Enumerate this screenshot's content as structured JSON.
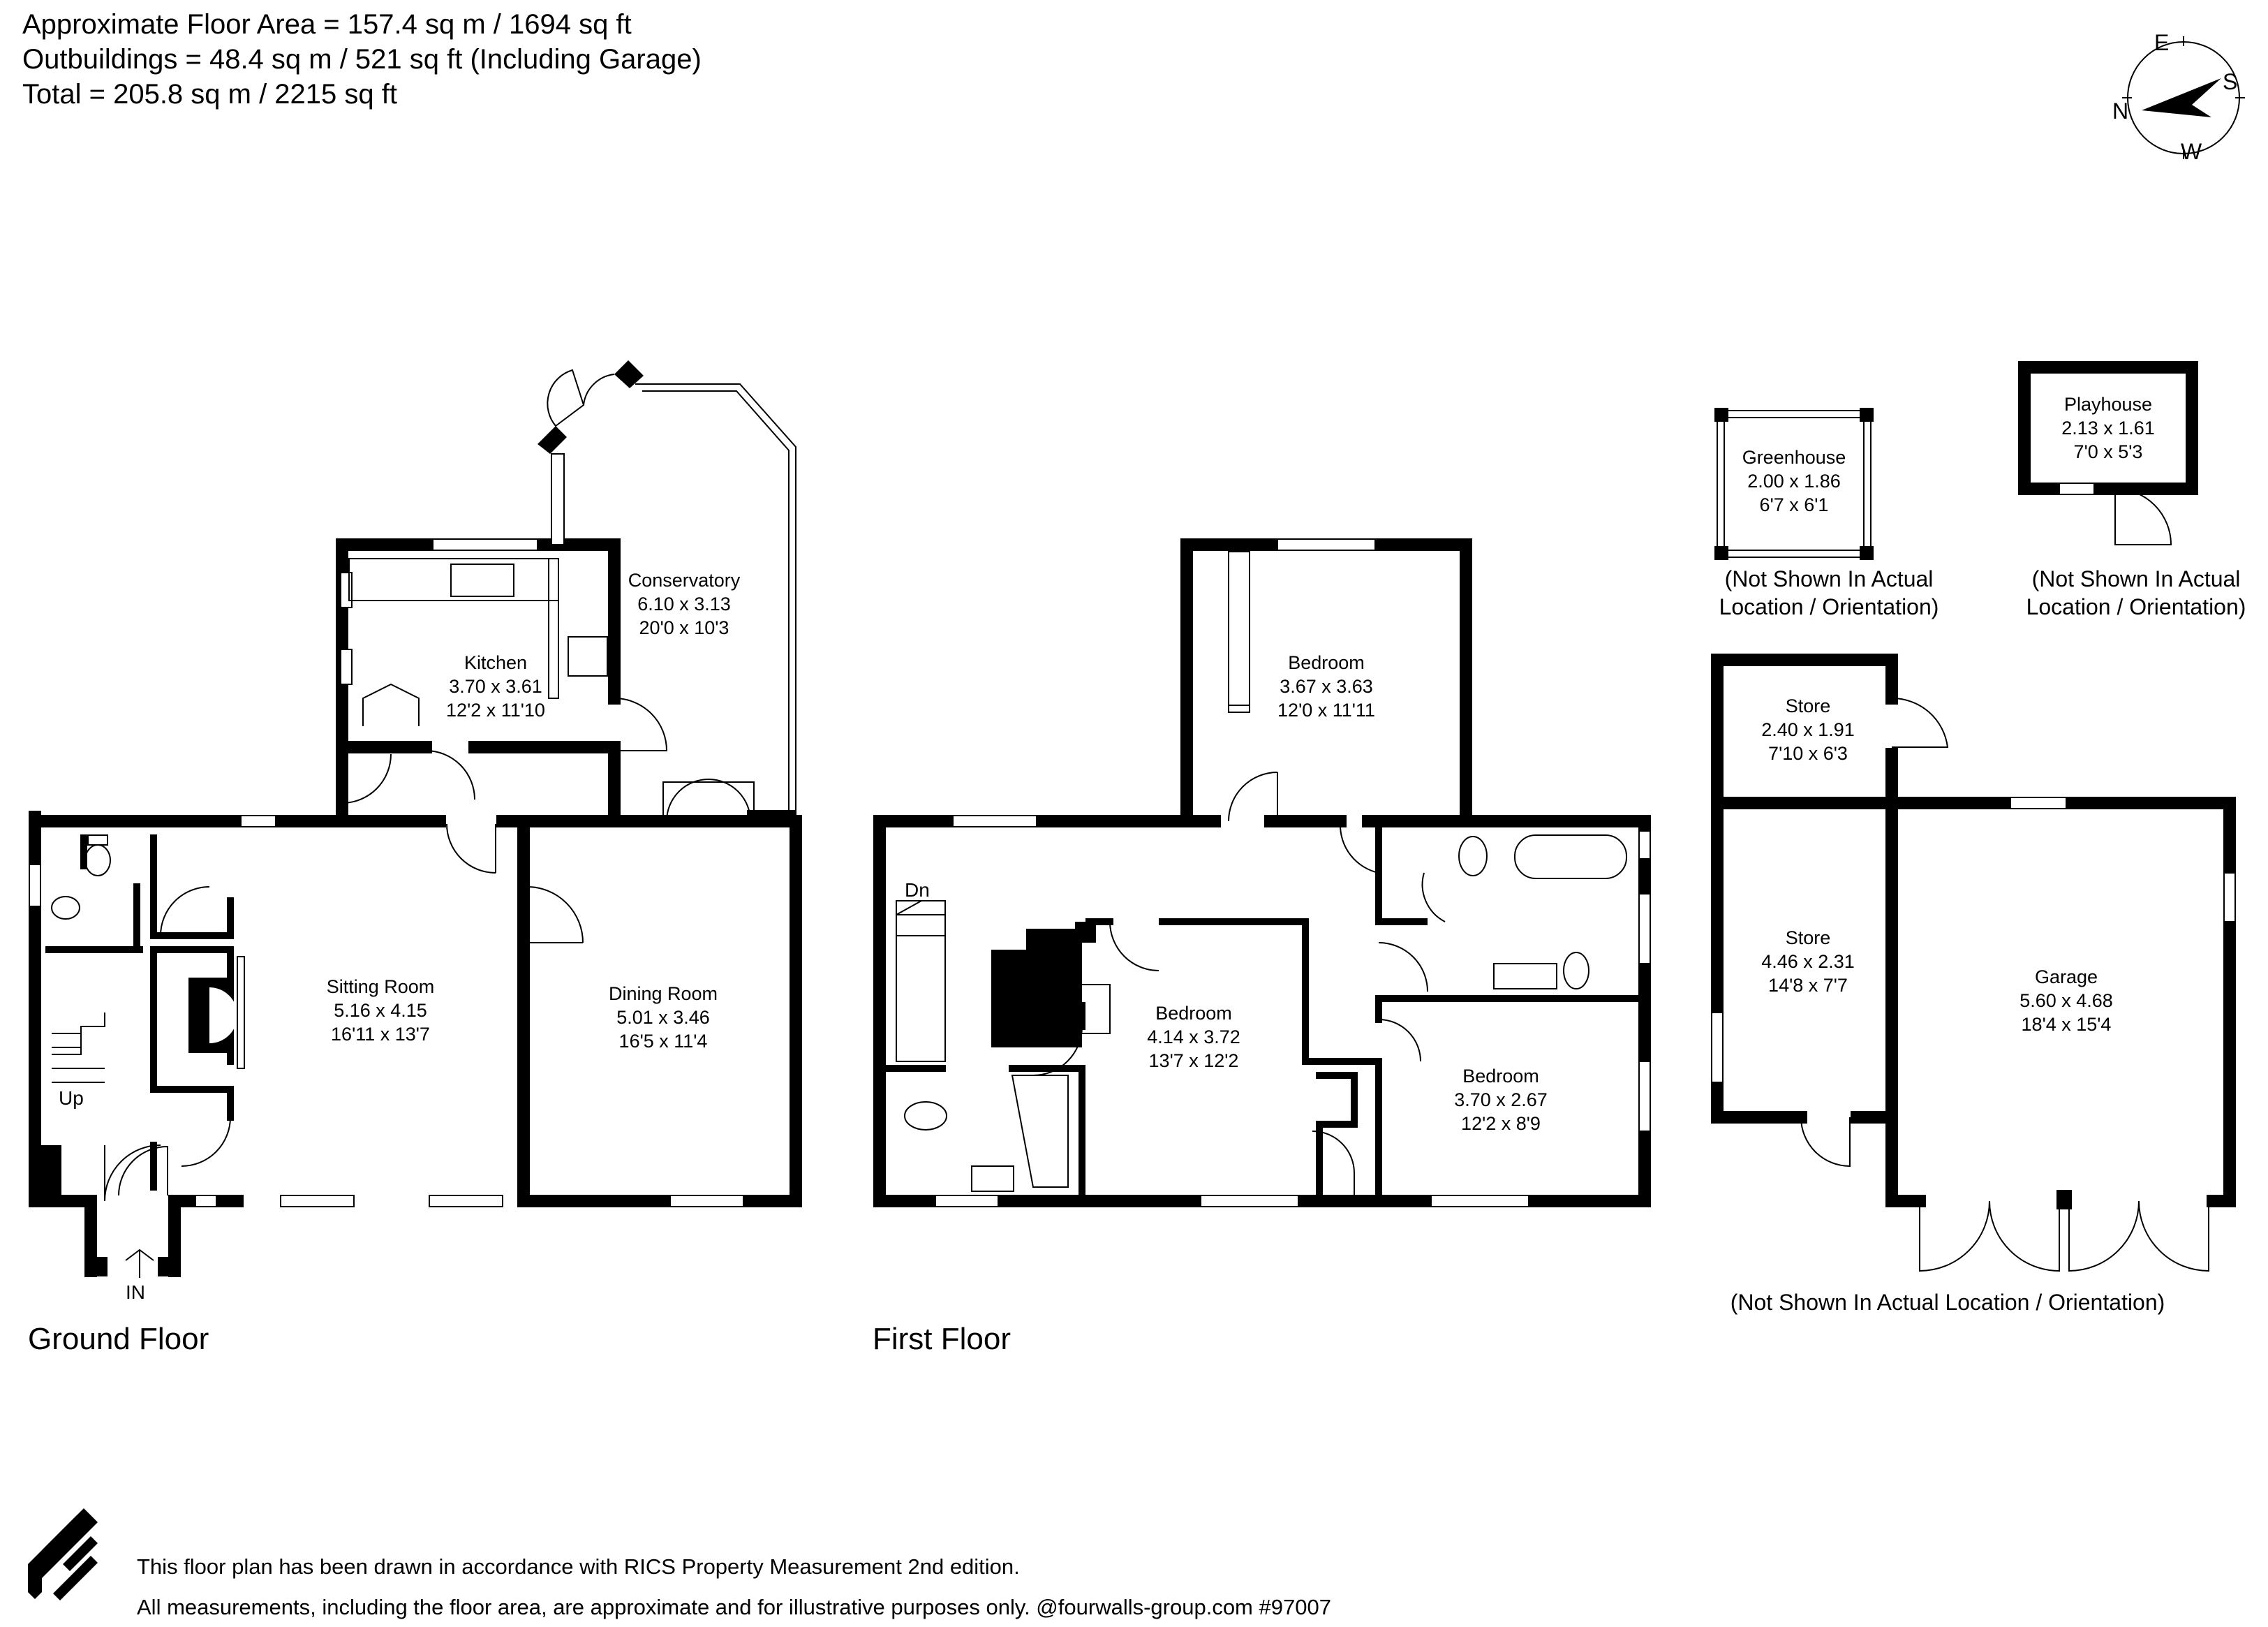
{
  "header": {
    "line1": "Approximate Floor Area = 157.4 sq m / 1694 sq ft",
    "line2": "Outbuildings = 48.4 sq m / 521 sq ft (Including Garage)",
    "line3": "Total = 205.8 sq m / 2215 sq ft"
  },
  "compass": {
    "e": "E",
    "s": "S",
    "w": "W",
    "n": "N"
  },
  "ground_floor": {
    "title": "Ground Floor",
    "up": "Up",
    "in": "IN",
    "rooms": {
      "conservatory": {
        "name": "Conservatory",
        "metric": "6.10 x 3.13",
        "imperial": "20'0 x 10'3"
      },
      "kitchen": {
        "name": "Kitchen",
        "metric": "3.70 x 3.61",
        "imperial": "12'2 x 11'10"
      },
      "sitting": {
        "name": "Sitting Room",
        "metric": "5.16 x 4.15",
        "imperial": "16'11 x 13'7"
      },
      "dining": {
        "name": "Dining Room",
        "metric": "5.01 x 3.46",
        "imperial": "16'5 x 11'4"
      }
    }
  },
  "first_floor": {
    "title": "First Floor",
    "dn": "Dn",
    "rooms": {
      "bedroom_top": {
        "name": "Bedroom",
        "metric": "3.67 x 3.63",
        "imperial": "12'0 x 11'11"
      },
      "bedroom_mid": {
        "name": "Bedroom",
        "metric": "4.14 x 3.72",
        "imperial": "13'7 x 12'2"
      },
      "bedroom_right": {
        "name": "Bedroom",
        "metric": "3.70 x 2.67",
        "imperial": "12'2 x 8'9"
      }
    }
  },
  "outbuildings": {
    "greenhouse": {
      "name": "Greenhouse",
      "metric": "2.00 x 1.86",
      "imperial": "6'7 x 6'1"
    },
    "playhouse": {
      "name": "Playhouse",
      "metric": "2.13 x 1.61",
      "imperial": "7'0 x 5'3"
    },
    "store_small": {
      "name": "Store",
      "metric": "2.40 x 1.91",
      "imperial": "7'10 x 6'3"
    },
    "store_large": {
      "name": "Store",
      "metric": "4.46 x 2.31",
      "imperial": "14'8 x 7'7"
    },
    "garage": {
      "name": "Garage",
      "metric": "5.60 x 4.68",
      "imperial": "18'4 x 15'4"
    },
    "note_greenhouse": [
      "(Not Shown In Actual",
      "Location / Orientation)"
    ],
    "note_playhouse": [
      "(Not Shown In Actual",
      "Location / Orientation)"
    ],
    "note_garage": "(Not Shown In Actual Location / Orientation)"
  },
  "footer": {
    "line1": "This floor plan has been drawn in accordance with RICS Property Measurement 2nd edition.",
    "line2": "All measurements, including the floor area, are approximate and for illustrative purposes only. @fourwalls-group.com #97007"
  }
}
